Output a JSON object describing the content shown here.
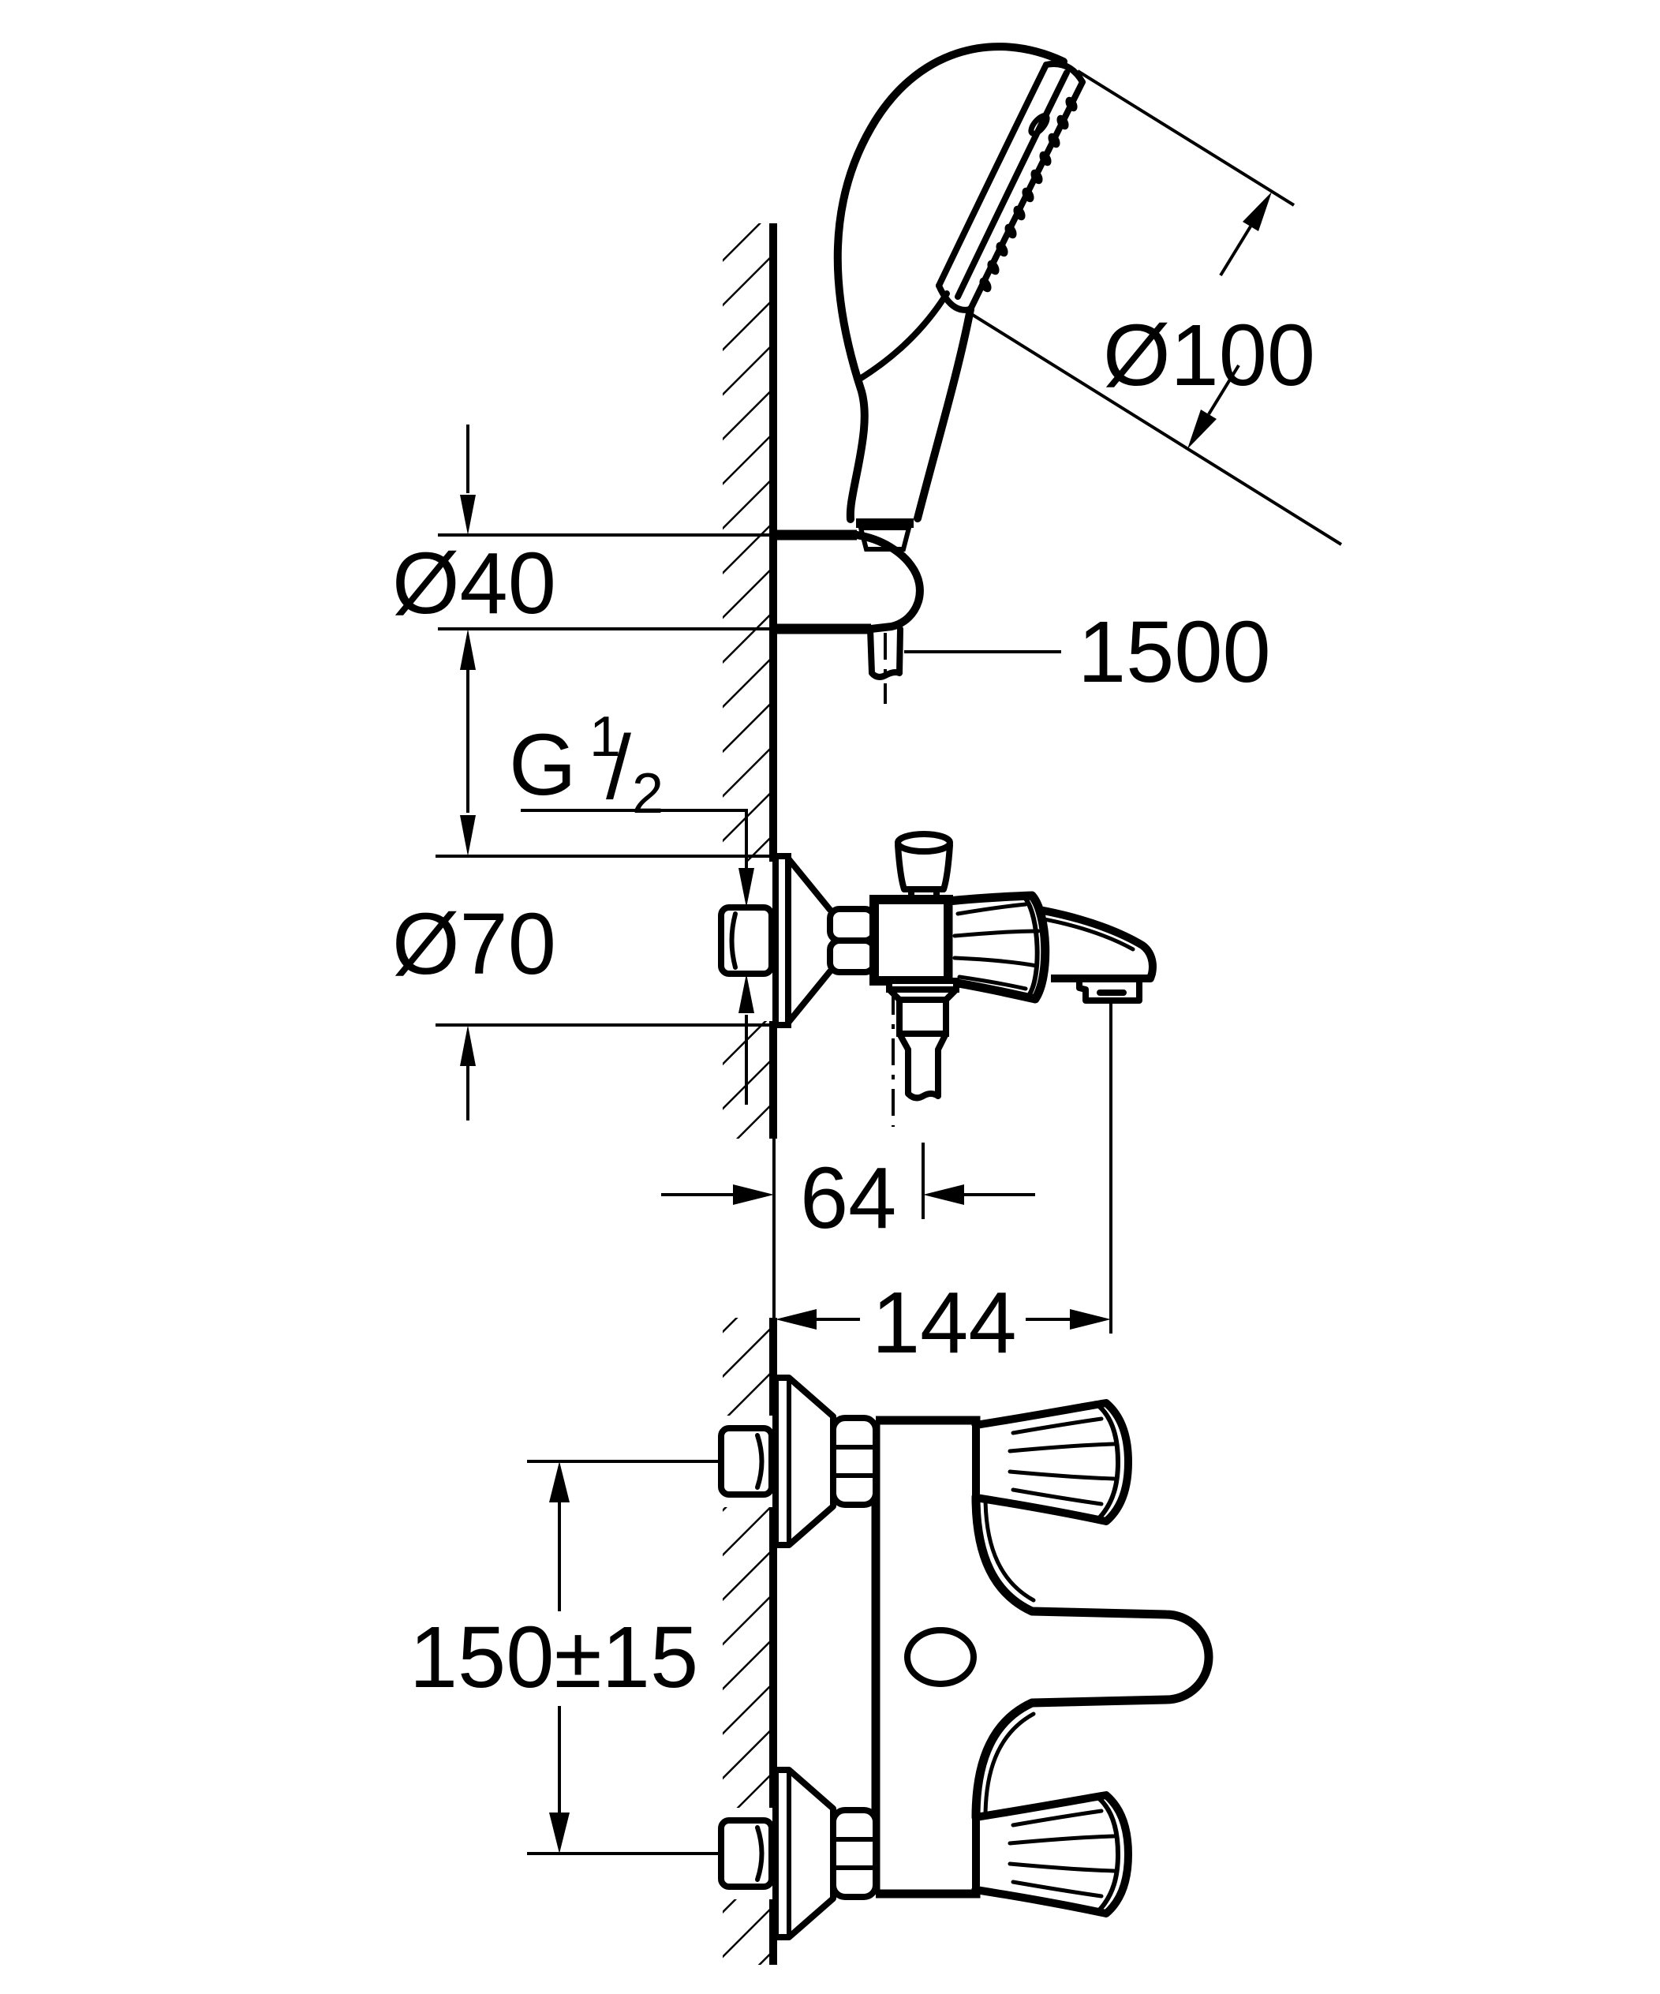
{
  "drawing": {
    "title": "Wall-mounted bath/shower mixer with hand shower - dimensional drawing",
    "type": "technical-line-drawing",
    "colors": {
      "line": "#000000",
      "background": "#ffffff"
    },
    "views": {
      "side_view": "hand shower on wall holder above wall-mounted two-handle bath mixer with tub spout and shower hose",
      "front_view": "two-handle bath mixer with supply connections in wall"
    },
    "dims": {
      "hand_shower_diameter": "Ø100",
      "holder_diameter": "Ø40",
      "hose_length": "1500",
      "thread": {
        "g": "G",
        "num": "1",
        "slash": "/",
        "den": "2"
      },
      "escutcheon_diameter": "Ø70",
      "wall_to_hose_center": "64",
      "wall_to_spout_tip": "144",
      "supply_center_distance": "150±15"
    }
  }
}
